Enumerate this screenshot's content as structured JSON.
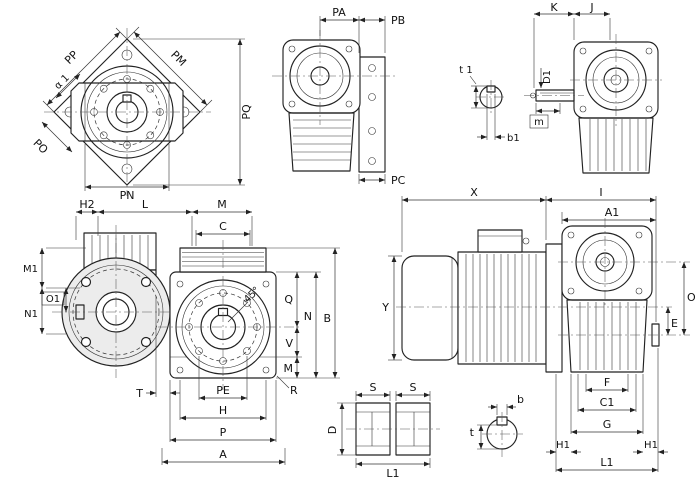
{
  "views": {
    "flange": {
      "pp": "PP",
      "pm": "PM",
      "alpha1": "α 1",
      "pq": "PQ",
      "pn": "PN",
      "po": "PO"
    },
    "front": {
      "pa": "PA",
      "pb": "PB",
      "pc": "PC"
    },
    "input": {
      "k": "K",
      "j": "J",
      "t1": "t 1",
      "d1": "D1",
      "b1": "b1",
      "m": "m"
    },
    "side": {
      "h2": "H2",
      "l": "L",
      "m": "M",
      "m1": "M1",
      "n1": "N1",
      "o1": "O1",
      "t": "T"
    },
    "output": {
      "c": "C",
      "q": "Q",
      "n": "N",
      "b": "B",
      "v": "V",
      "m": "M",
      "r": "R",
      "pe": "PE",
      "h": "H",
      "p": "P",
      "a": "A",
      "angle": "45°"
    },
    "motor": {
      "x": "X",
      "i": "I",
      "a1": "A1",
      "y": "Y",
      "o": "O",
      "e": "E",
      "f": "F",
      "c1": "C1",
      "g": "G",
      "h1_left": "H1",
      "h1_right": "H1",
      "l1": "L1"
    },
    "shaft": {
      "s_left": "S",
      "s_right": "S",
      "d": "D",
      "l1": "L1"
    },
    "key": {
      "b": "b",
      "t": "t"
    }
  }
}
